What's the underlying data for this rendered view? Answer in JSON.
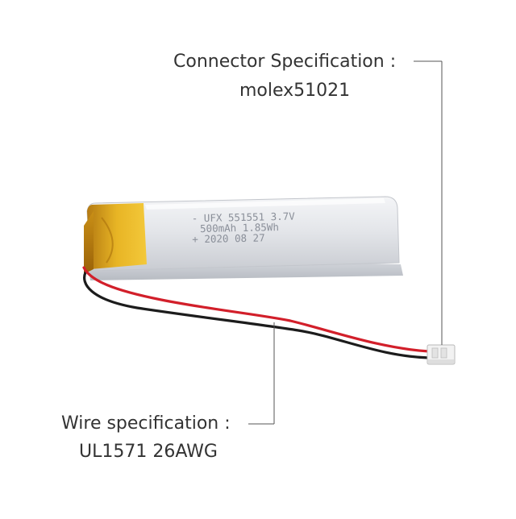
{
  "callouts": {
    "connector": {
      "title": "Connector Specification :",
      "value": "molex51021"
    },
    "wire": {
      "title": "Wire specification :",
      "value": "UL1571 26AWG"
    }
  },
  "battery": {
    "print_lines": [
      "- UFX 551551 3.7V",
      "500mAh 1.85Wh",
      "+ 2020 08 27"
    ]
  },
  "colors": {
    "background": "#ffffff",
    "label_text": "#333333",
    "leader_line": "#555555",
    "cell_body": "#e6e8ec",
    "kapton_tape": "#e2b21f",
    "wire_red": "#d21f2a",
    "wire_black": "#1c1c1c",
    "connector": "#f2f2f2"
  }
}
